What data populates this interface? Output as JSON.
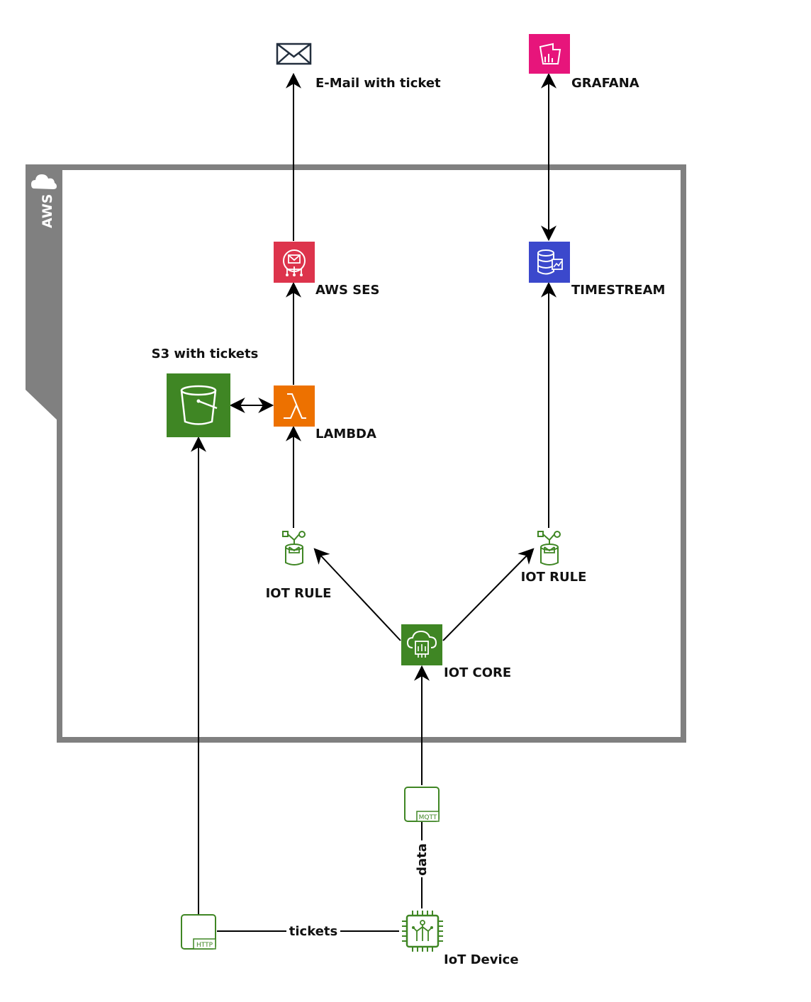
{
  "cloud": {
    "label": "AWS",
    "border_color": "#808080",
    "cloud_icon": "cloud-icon"
  },
  "nodes": {
    "email": {
      "label": "E-Mail with ticket",
      "icon": "envelope-icon",
      "color": "#232F3E"
    },
    "grafana": {
      "label": "GRAFANA",
      "icon": "grafana-icon",
      "color": "#E7157B"
    },
    "ses": {
      "label": "AWS SES",
      "icon": "ses-icon",
      "color": "#DD344C"
    },
    "timestream": {
      "label": "TIMESTREAM",
      "icon": "timestream-icon",
      "color": "#3B48CC"
    },
    "s3": {
      "label": "S3 with tickets",
      "icon": "s3-bucket-icon",
      "color": "#3F8624"
    },
    "lambda": {
      "label": "LAMBDA",
      "icon": "lambda-icon",
      "color": "#ED7100"
    },
    "iot_rule_left": {
      "label": "IOT RULE",
      "icon": "iot-rule-icon",
      "color": "#3F8624"
    },
    "iot_rule_right": {
      "label": "IOT RULE",
      "icon": "iot-rule-icon",
      "color": "#3F8624"
    },
    "iot_core": {
      "label": "IOT CORE",
      "icon": "iot-core-icon",
      "color": "#3F8624"
    },
    "mqtt": {
      "label": "MQTT",
      "icon": "mqtt-protocol-icon",
      "color": "#3F8624"
    },
    "http": {
      "label": "HTTP",
      "icon": "http-protocol-icon",
      "color": "#3F8624"
    },
    "iot_device": {
      "label": "IoT Device",
      "icon": "iot-device-chip-icon",
      "color": "#3F8624"
    }
  },
  "edges": {
    "data_label": "data",
    "tickets_label": "tickets"
  }
}
